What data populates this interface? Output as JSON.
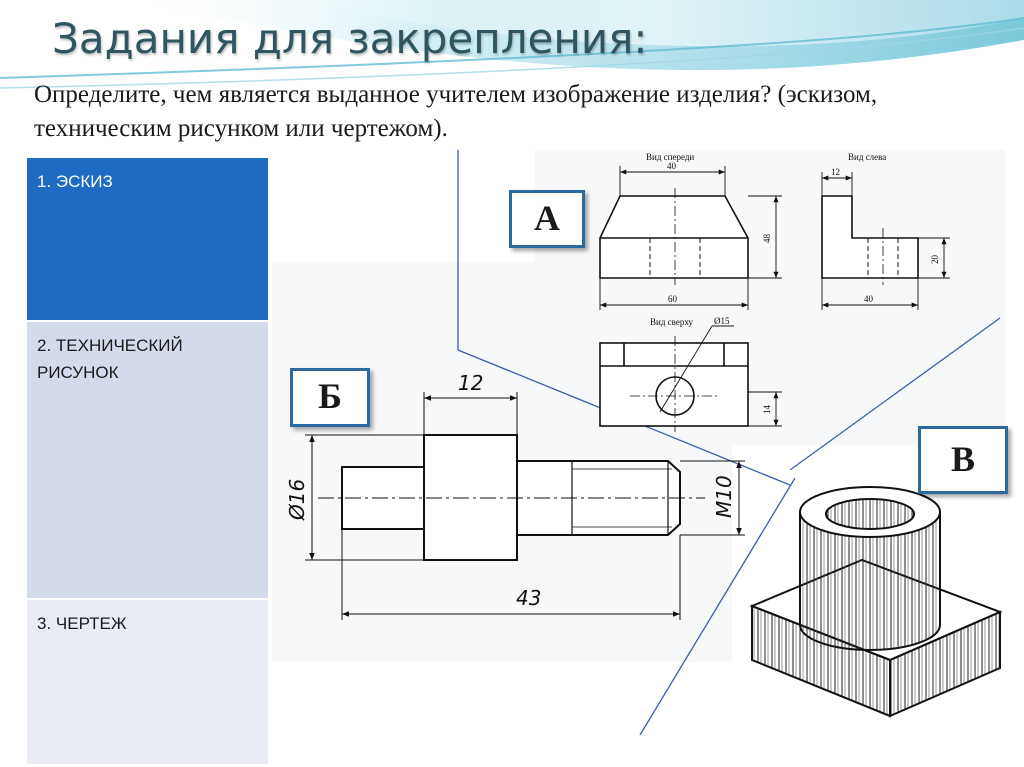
{
  "slide": {
    "title": "Задания для закрепления:",
    "question": "Определите, чем является выданное учителем изображение изделия? (эскизом, техническим рисунком или чертежом)."
  },
  "options": [
    {
      "label": "1. ЭСКИЗ"
    },
    {
      "label": "2. ТЕХНИЧЕСКИЙ РИСУНОК"
    },
    {
      "label": "3. ЧЕРТЕЖ"
    }
  ],
  "labels": {
    "a": "А",
    "b": "Б",
    "c": "В"
  },
  "drawing_a": {
    "front_view_title": "Вид спереди",
    "side_view_title": "Вид слева",
    "top_view_title": "Вид сверху",
    "dim_top_width": "40",
    "dim_height": "48",
    "dim_base_width": "60",
    "dim_side_top": "12",
    "dim_side_height": "20",
    "dim_side_width": "40",
    "dim_hole": "Ø15",
    "dim_top_depth": "14"
  },
  "drawing_b": {
    "dim_collar": "12",
    "dim_diameter": "Ø16",
    "dim_thread": "M10",
    "dim_length": "43"
  },
  "colors": {
    "title": "#2f5660",
    "option_selected": "#1f6bc3",
    "option_2": "#d3daea",
    "option_3": "#e9ecf5",
    "label_border": "#2c6a9e",
    "connector_lines": "#3a5fa8"
  }
}
